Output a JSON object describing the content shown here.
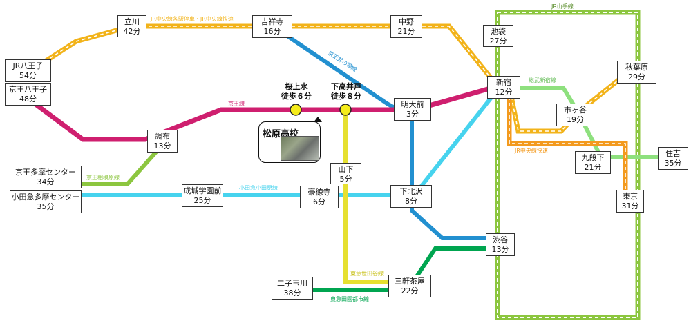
{
  "colors": {
    "jr_chuo": "#f2b31a",
    "keio": "#cf1f6f",
    "keio_inokashira": "#2290d0",
    "odakyu": "#46d3ee",
    "keio_sagamihara": "#8cc63f",
    "tokyu_denentoshi": "#00a550",
    "tokyu_setagaya": "#e6e030",
    "yamanote": "#8cc63f",
    "jr_chuo_rapid": "#f39a1e",
    "sobu": "#8ee07e"
  },
  "line_labels": {
    "jr_chuo": "JR中央線各駅停車・JR中央線快速",
    "keio_inokashira": "京王井の頭線",
    "keio": "京王線",
    "keio_sagamihara": "京王相模原線",
    "odakyu": "小田急小田原線",
    "tokyu_setagaya": "東急世田谷線",
    "tokyu_denentoshi": "東急田園都市線",
    "yamanote": "JR山手線",
    "sobu": "総武新宿線",
    "jr_chuo_rapid": "JR中央線快速"
  },
  "stations": {
    "tachikawa": {
      "name": "立川",
      "time": "42分"
    },
    "kichijoji": {
      "name": "吉祥寺",
      "time": "16分"
    },
    "nakano": {
      "name": "中野",
      "time": "21分"
    },
    "ikebukuro": {
      "name": "池袋",
      "time": "27分"
    },
    "jr_hachioji": {
      "name": "JR八王子",
      "time": "54分"
    },
    "keio_hachioji": {
      "name": "京王八王子",
      "time": "48分"
    },
    "shinjuku": {
      "name": "新宿",
      "time": "12分"
    },
    "akihabara": {
      "name": "秋葉原",
      "time": "29分"
    },
    "meidaimae": {
      "name": "明大前",
      "time": "3分"
    },
    "ichigaya": {
      "name": "市ヶ谷",
      "time": "19分"
    },
    "chofu": {
      "name": "調布",
      "time": "13分"
    },
    "kudanshita": {
      "name": "九段下",
      "time": "21分"
    },
    "sumiyoshi": {
      "name": "住吉",
      "time": "35分"
    },
    "keio_tama": {
      "name": "京王多摩センター",
      "time": "34分"
    },
    "odakyu_tama": {
      "name": "小田急多摩センター",
      "time": "35分"
    },
    "seijo": {
      "name": "成城学園前",
      "time": "25分"
    },
    "gotokuji": {
      "name": "豪徳寺",
      "time": "6分"
    },
    "yamashita": {
      "name": "山下",
      "time": "5分"
    },
    "shimokitazawa": {
      "name": "下北沢",
      "time": "8分"
    },
    "tokyo": {
      "name": "東京",
      "time": "31分"
    },
    "shibuya": {
      "name": "渋谷",
      "time": "13分"
    },
    "futakotamagawa": {
      "name": "二子玉川",
      "time": "38分"
    },
    "sangenjaya": {
      "name": "三軒茶屋",
      "time": "22分"
    }
  },
  "walk": {
    "sakurajosui": {
      "name": "桜上水",
      "walk": "徒歩６分"
    },
    "shimotakaido": {
      "name": "下高井戸",
      "walk": "徒歩８分"
    }
  },
  "school": {
    "name": "松原高校"
  }
}
